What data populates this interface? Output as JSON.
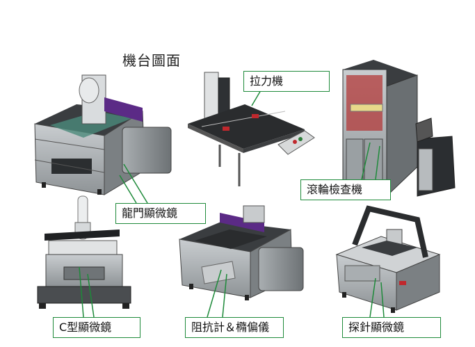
{
  "title": "機台圖面",
  "labels": {
    "tensile": "拉力機",
    "roller": "滾輪檢查機",
    "gantry": "龍門顯微鏡",
    "c_type": "C型顯微鏡",
    "resistance": "阻抗計＆橢偏儀",
    "probe": "探針顯微鏡"
  },
  "colors": {
    "label_border": "#1e8a3a",
    "leader_line": "#1e8a3a",
    "accent_purple": "#5b2a86"
  }
}
